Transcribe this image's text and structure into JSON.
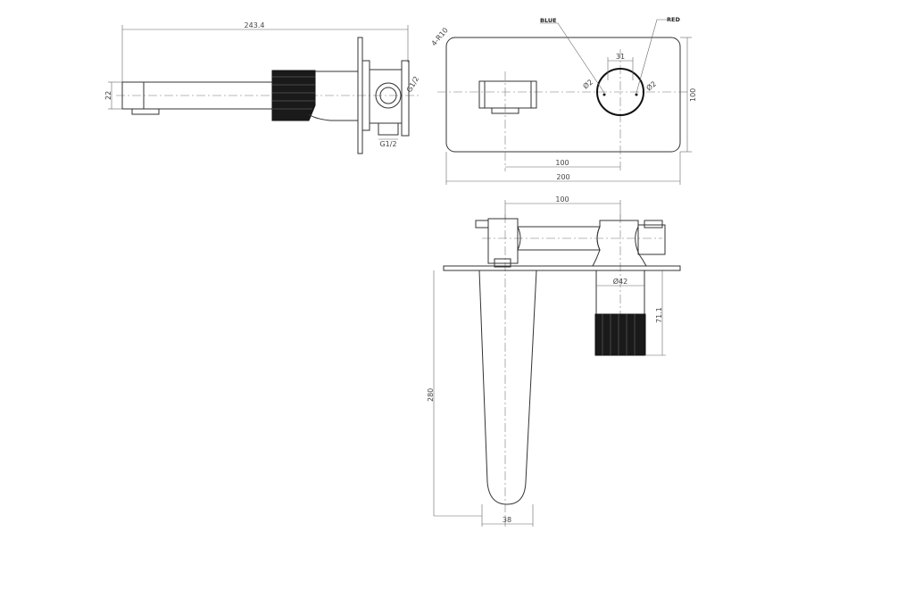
{
  "side_view": {
    "length": "243.4",
    "spout_height": "22",
    "inlet_side": "G1/2",
    "inlet_bottom": "G1/2"
  },
  "front_view": {
    "corner_radius": "4-R10",
    "label_blue": "BLUE",
    "label_red": "RED",
    "handle_width": "31",
    "dot_left": "Ø2",
    "dot_right": "Ø2",
    "height": "100",
    "spout_to_handle": "100",
    "width": "200"
  },
  "top_view": {
    "centers": "100",
    "diameter": "Ø42",
    "handle_depth": "71.1",
    "spout_length": "280",
    "spout_width": "38"
  },
  "colors": {
    "line": "#333333",
    "background": "#ffffff",
    "blue_marker": "#1a1a1a"
  }
}
